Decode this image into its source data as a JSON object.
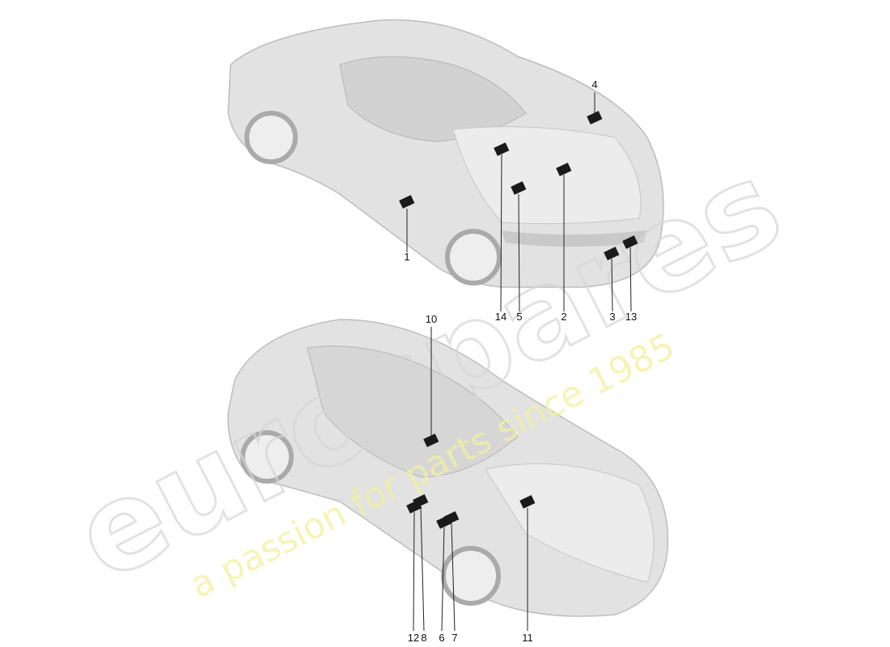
{
  "diagram": {
    "callouts": [
      {
        "id": "1",
        "label": "1"
      },
      {
        "id": "2",
        "label": "2"
      },
      {
        "id": "3",
        "label": "3"
      },
      {
        "id": "4",
        "label": "4"
      },
      {
        "id": "5",
        "label": "5"
      },
      {
        "id": "6",
        "label": "6"
      },
      {
        "id": "7",
        "label": "7"
      },
      {
        "id": "8",
        "label": "8"
      },
      {
        "id": "10",
        "label": "10"
      },
      {
        "id": "11",
        "label": "11"
      },
      {
        "id": "12",
        "label": "12"
      },
      {
        "id": "13",
        "label": "13"
      },
      {
        "id": "14",
        "label": "14"
      }
    ],
    "colors": {
      "car_body": "#dcdcdc",
      "car_outline": "#b8b8b8",
      "marker": "#1a1a1a",
      "watermark_gray": "#d6d6d6",
      "watermark_yellow": "#f3f0a0"
    }
  },
  "watermark": {
    "brand": "eurospares",
    "tagline": "a passion for parts since 1985"
  }
}
